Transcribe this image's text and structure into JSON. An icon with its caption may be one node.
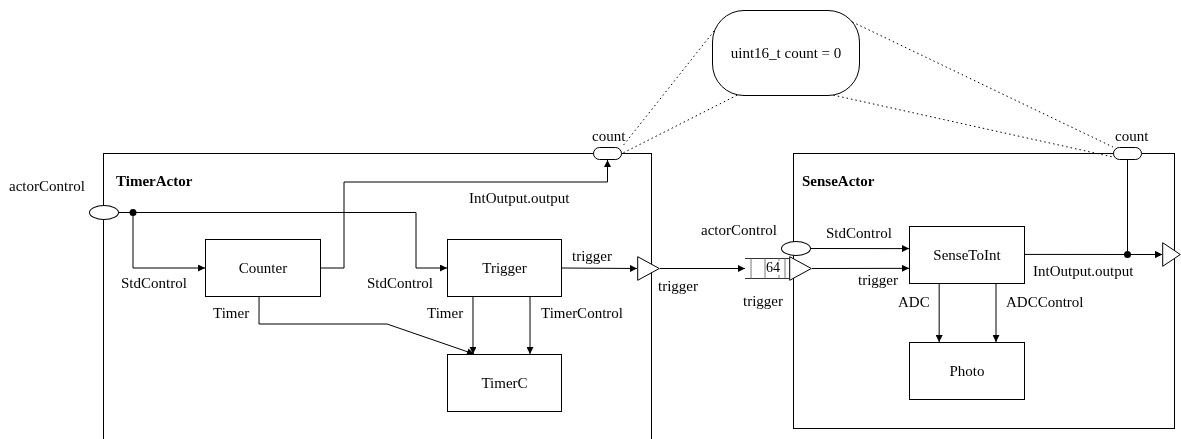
{
  "diagram": {
    "nodes": [
      {
        "text": [
          "TimerActor"
        ]
      },
      {
        "text": [
          "actorControl"
        ]
      },
      {
        "text": [
          "Counter"
        ],
        "in": 0
      },
      {
        "text": [
          "Trigger"
        ],
        "in": 0
      },
      {
        "text": [
          "TimerC"
        ],
        "in": 0
      },
      {
        "text": [
          "count"
        ]
      },
      {
        "text": [
          "trigger"
        ]
      },
      {
        "text": [
          "SenseActor"
        ]
      },
      {
        "text": [
          "64"
        ]
      },
      {
        "text": [
          "trigger"
        ]
      },
      {
        "text": [
          "actorControl"
        ]
      },
      {
        "text": [
          "SenseToInt"
        ],
        "in": 7
      },
      {
        "text": [
          "Photo"
        ],
        "in": 7
      },
      {
        "text": [
          "count"
        ]
      },
      {
        "text": [],
        "shape": "triangle"
      },
      {
        "text": [
          "uint16_t count = 0"
        ]
      }
    ],
    "edges": [
      {
        "from": 1,
        "to": 2,
        "arrow": "to",
        "label": "StdControl"
      },
      {
        "from": 1,
        "to": 3,
        "arrow": "to",
        "label": "StdControl"
      },
      {
        "from": 2,
        "to": 5,
        "arrow": "to",
        "label": "IntOutput.output"
      },
      {
        "from": 3,
        "to": 6,
        "arrow": "to",
        "label": "trigger"
      },
      {
        "from": 2,
        "to": 4,
        "arrow": "to",
        "label": "Timer"
      },
      {
        "from": 3,
        "to": 4,
        "arrow": "to",
        "label": "Timer"
      },
      {
        "from": 3,
        "to": 4,
        "arrow": "to",
        "label": "TimerControl"
      },
      {
        "from": 6,
        "to": 8,
        "arrow": "to"
      },
      {
        "from": 10,
        "to": 11,
        "arrow": "to",
        "label": "StdControl"
      },
      {
        "from": 9,
        "to": 11,
        "arrow": "to",
        "label": "trigger"
      },
      {
        "from": 11,
        "to": 12,
        "arrow": "to",
        "label": "ADC"
      },
      {
        "from": 11,
        "to": 12,
        "arrow": "to",
        "label": "ADCControl"
      },
      {
        "from": 11,
        "to": 14,
        "arrow": "to",
        "label": "IntOutput.output"
      },
      {
        "from": 13,
        "to": 14,
        "arrow": "to"
      },
      {
        "from": 15,
        "to": 5,
        "arrow": "none",
        "style": "dashed"
      },
      {
        "from": 15,
        "to": 5,
        "arrow": "none",
        "style": "dashed"
      },
      {
        "from": 15,
        "to": 13,
        "arrow": "none",
        "style": "dashed"
      },
      {
        "from": 15,
        "to": 13,
        "arrow": "none",
        "style": "dashed"
      }
    ]
  }
}
